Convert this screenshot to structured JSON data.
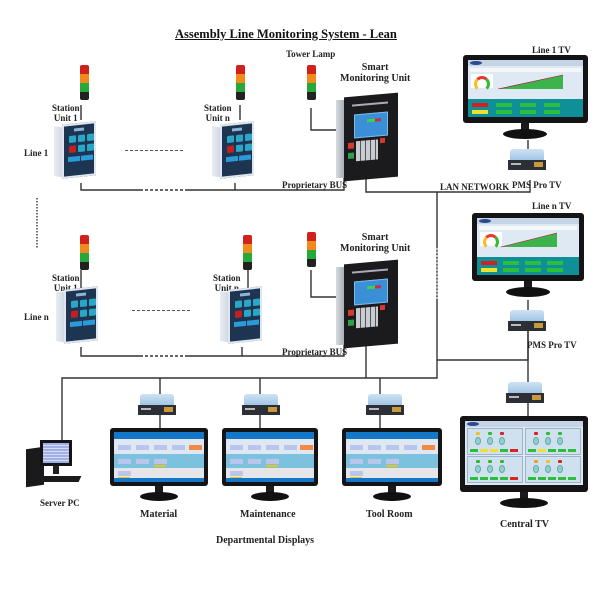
{
  "title": "Assembly Line Monitoring System - Lean",
  "labels": {
    "tower_lamp": "Tower Lamp",
    "line_1": "Line 1",
    "line_n": "Line n",
    "station_unit_1": "Station\nUnit 1",
    "station_unit_1_a": "Station",
    "station_unit_1_b": "Unit 1",
    "station_unit_n_a": "Station",
    "station_unit_n_b": "Unit n",
    "smart_unit_a": "Smart",
    "smart_unit_b": "Monitoring Unit",
    "proprietary_bus": "Proprietary BUS",
    "lan_network": "LAN NETWORK",
    "line_1_tv": "Line 1 TV",
    "line_n_tv": "Line n TV",
    "pms_pro_tv": "PMS Pro TV",
    "server_pc": "Server PC",
    "material": "Material",
    "maintenance": "Maintenance",
    "tool_room": "Tool Room",
    "central_tv": "Central TV",
    "departmental_displays": "Departmental Displays"
  },
  "colors": {
    "tower_red": "#d0221b",
    "tower_amber": "#f08a1a",
    "tower_green": "#27a83a",
    "wire": "#333333",
    "screen_blue": "#1477c8",
    "panel_teal": "#0f8f97"
  },
  "icons": {
    "tower_lamp": "tower-lamp-icon",
    "station_unit": "station-unit-icon",
    "smart_unit": "smart-monitoring-unit-icon",
    "pms_box": "pms-pro-tv-box-icon",
    "monitor": "monitor-icon",
    "server_pc": "server-pc-icon"
  }
}
